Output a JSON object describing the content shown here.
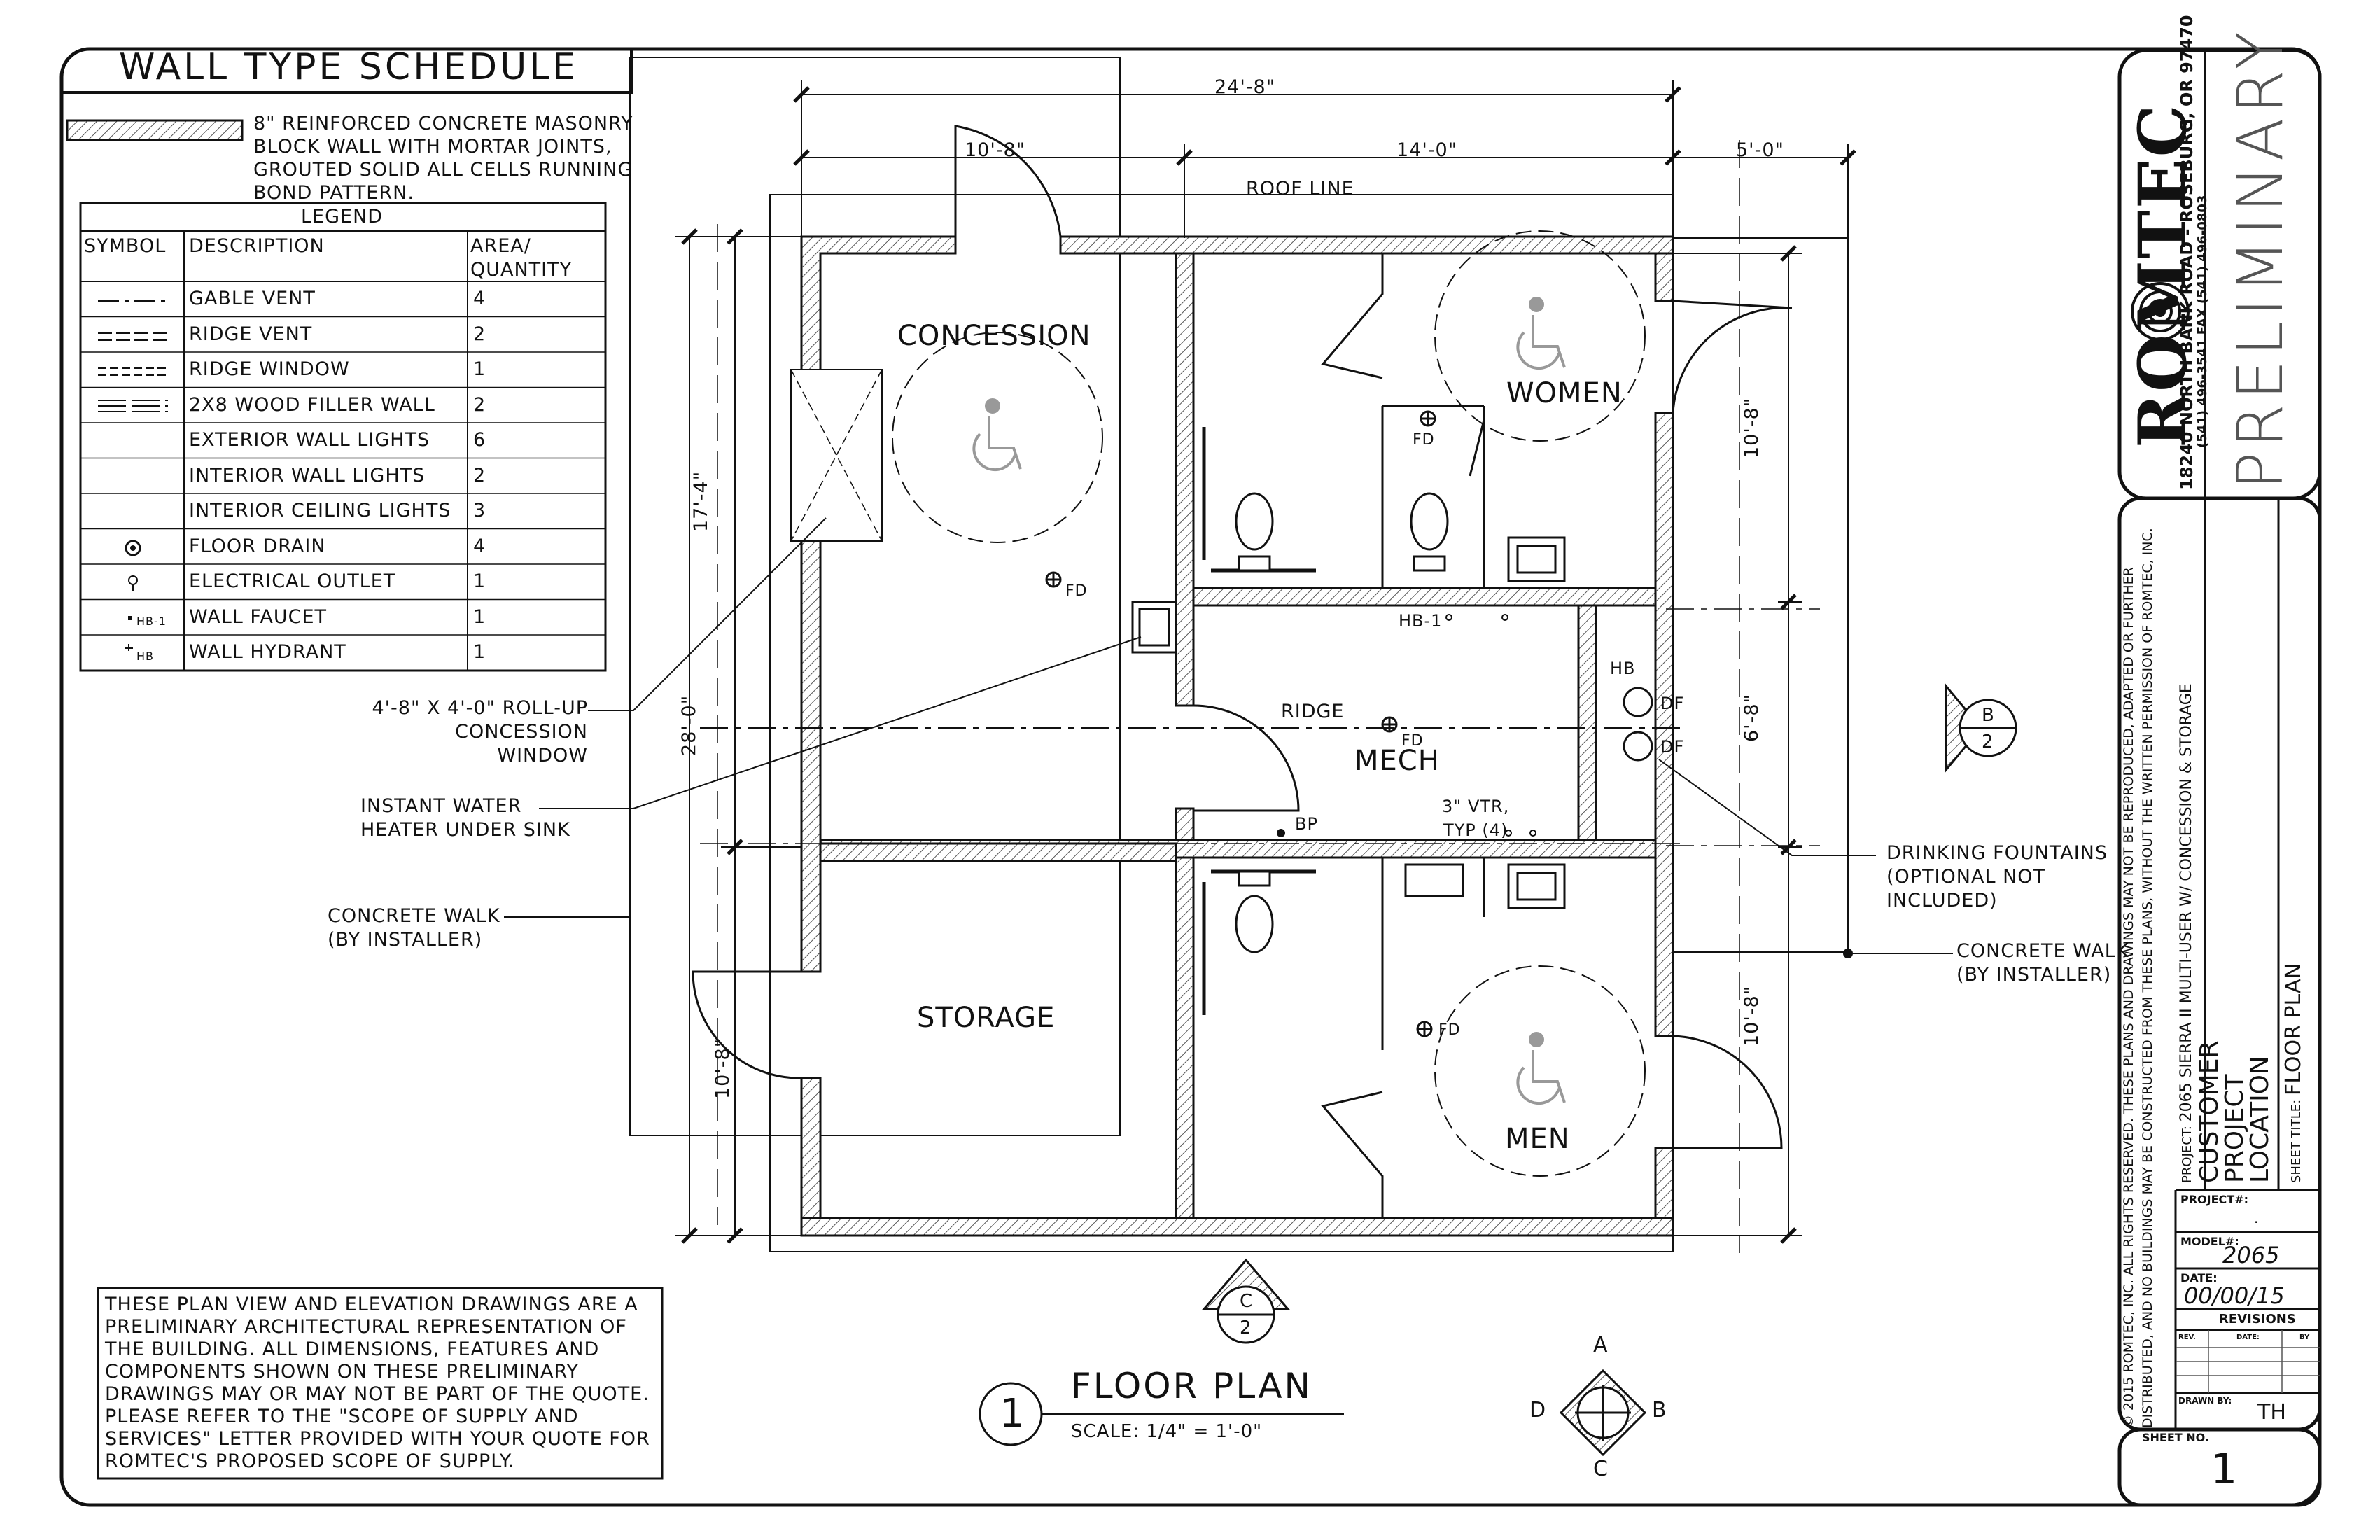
{
  "schedule": {
    "title": "WALL TYPE SCHEDULE",
    "wall_description": "8\" REINFORCED CONCRETE MASONRY BLOCK WALL WITH MORTAR JOINTS, GROUTED SOLID ALL CELLS RUNNING BOND PATTERN.",
    "legend_title": "LEGEND",
    "headers": {
      "symbol": "SYMBOL",
      "description": "DESCRIPTION",
      "area": "AREA/ QUANTITY"
    },
    "rows": [
      {
        "desc": "GABLE VENT",
        "qty": "4",
        "symbol": "gable-vent-symbol"
      },
      {
        "desc": "RIDGE VENT",
        "qty": "2",
        "symbol": "ridge-vent-symbol"
      },
      {
        "desc": "RIDGE WINDOW",
        "qty": "1",
        "symbol": "ridge-window-symbol"
      },
      {
        "desc": "2x8 WOOD FILLER WALL",
        "qty": "2",
        "symbol": "filler-wall-symbol"
      },
      {
        "desc": "EXTERIOR WALL LIGHTS",
        "qty": "6",
        "symbol": ""
      },
      {
        "desc": "INTERIOR WALL LIGHTS",
        "qty": "2",
        "symbol": ""
      },
      {
        "desc": "INTERIOR CEILING LIGHTS",
        "qty": "3",
        "symbol": ""
      },
      {
        "desc": "FLOOR DRAIN",
        "qty": "4",
        "symbol": "floor-drain-icon"
      },
      {
        "desc": "ELECTRICAL OUTLET",
        "qty": "1",
        "symbol": "electrical-outlet-icon"
      },
      {
        "desc": "WALL FAUCET",
        "qty": "1",
        "symbol": "wall-faucet-icon",
        "symbol_label": "HB-1"
      },
      {
        "desc": "WALL HYDRANT",
        "qty": "1",
        "symbol": "wall-hydrant-icon",
        "symbol_label": "HB"
      }
    ]
  },
  "callouts": {
    "window": [
      "4'-8\" x 4'-0\" ROLL-UP",
      "CONCESSION WINDOW"
    ],
    "heater": [
      "INSTANT WATER",
      "HEATER UNDER SINK"
    ],
    "walk_left": [
      "CONCRETE WALK",
      "(BY INSTALLER)"
    ],
    "fountains": [
      "DRINKING FOUNTAINS",
      "(OPTIONAL NOT",
      "INCLUDED)"
    ],
    "walk_right": [
      "CONCRETE WALK",
      "(BY INSTALLER)"
    ]
  },
  "plan": {
    "rooms": {
      "concession": "CONCESSION",
      "women": "WOMEN",
      "mech": "MECH",
      "storage": "STORAGE",
      "men": "MEN"
    },
    "dims": {
      "overall": "24'-8\"",
      "d1": "10'-8\"",
      "d2": "14'-0\"",
      "d3": "5'-0\"",
      "left_top": "17'-4\"",
      "left_total": "28'-0\"",
      "left_bot": "10'-8\"",
      "right_top": "10'-8\"",
      "right_mid": "6'-8\"",
      "right_bot": "10'-8\""
    },
    "labels": {
      "roof_line": "ROOF LINE",
      "ridge": "RIDGE",
      "fd": "FD",
      "hb1": "HB-1",
      "hb": "HB",
      "df": "DF",
      "bp": "BP",
      "vtr": [
        "3\" VTR,",
        "TYP (4)"
      ]
    },
    "markers": {
      "b": {
        "top": "B",
        "bot": "2"
      },
      "c": {
        "top": "C",
        "bot": "2"
      }
    }
  },
  "title_block_plan": {
    "number": "1",
    "title": "FLOOR PLAN",
    "scale": "SCALE: 1/4\" = 1'-0\""
  },
  "compass": {
    "a": "A",
    "b": "B",
    "c": "C",
    "d": "D"
  },
  "note": "THESE PLAN VIEW AND ELEVATION DRAWINGS ARE A PRELIMINARY ARCHITECTURAL REPRESENTATION OF THE BUILDING. ALL DIMENSIONS, FEATURES AND COMPONENTS SHOWN ON THESE PRELIMINARY DRAWINGS MAY OR MAY NOT BE PART OF THE QUOTE. PLEASE REFER TO THE \"SCOPE OF SUPPLY AND SERVICES\" LETTER PROVIDED WITH YOUR QUOTE FOR ROMTEC'S PROPOSED SCOPE OF SUPPLY.",
  "titleblock": {
    "company": "ROMTEC",
    "address": "18240 NORTH BANK ROAD - ROSEBURG, OR 97470",
    "phone": "(541) 496-3541    FAX (541) 496-0803",
    "status": "PRELIMINARY",
    "copyright1": "© 2015 ROMTEC, INC.  ALL RIGHTS RESERVED.  THESE PLANS AND DRAWINGS MAY NOT BE REPRODUCED, ADAPTED OR FURTHER",
    "copyright2": "DISTRIBUTED, AND NO BUILDINGS MAY BE CONSTRUCTED FROM THESE PLANS, WITHOUT THE WRITTEN PERMISSION OF ROMTEC, INC.",
    "project_label": "PROJECT:",
    "project": "2065 SIERRA II MULTI-USER W/ CONCESSION & STORAGE",
    "customer": "CUSTOMER",
    "proj": "PROJECT",
    "location": "LOCATION",
    "sheet_title_label": "SHEET TITLE:",
    "sheet_title": "FLOOR PLAN",
    "project_no_label": "PROJECT#:",
    "project_no": ".",
    "model_label": "MODEL#:",
    "model": "2065",
    "date_label": "DATE:",
    "date": "00/00/15",
    "revisions": "REVISIONS",
    "rev": "REV.",
    "rev_date": "DATE:",
    "by": "BY",
    "drawn_label": "DRAWN BY:",
    "drawn": "TH",
    "sheet_no_label": "SHEET NO.",
    "sheet_no": "1"
  }
}
